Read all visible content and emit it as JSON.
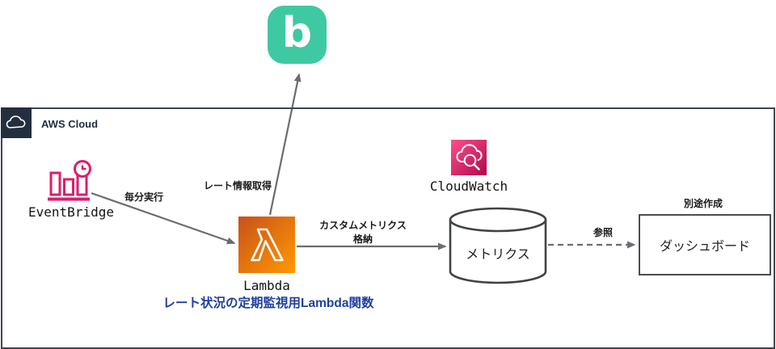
{
  "external": {
    "logo_letter": "b"
  },
  "aws_cloud": {
    "label": "AWS Cloud"
  },
  "eventbridge": {
    "label": "EventBridge"
  },
  "lambda": {
    "label": "Lambda",
    "caption": "レート状況の定期監視用Lambda関数"
  },
  "cloudwatch": {
    "label": "CloudWatch"
  },
  "metrics": {
    "label": "メトリクス"
  },
  "dashboard": {
    "label": "ダッシュボード",
    "note": "別途作成"
  },
  "edges": {
    "every_minute": "毎分実行",
    "get_rate": "レート情報取得",
    "custom_metrics_line1": "カスタムメトリクス",
    "custom_metrics_line2": "格納",
    "reference": "参照"
  },
  "colors": {
    "external_brand": "#3EC9A2",
    "eventbridge_pink": "#DC1D6E",
    "lambda_orange_dark": "#C8511B",
    "lambda_orange_light": "#FF9900",
    "cloudwatch_pink_light": "#FF4F8B",
    "cloudwatch_pink_dark": "#B0084D",
    "aws_navy": "#232F3E",
    "lambda_caption_blue": "#1F3F9E",
    "arrow_gray": "#696D72"
  }
}
